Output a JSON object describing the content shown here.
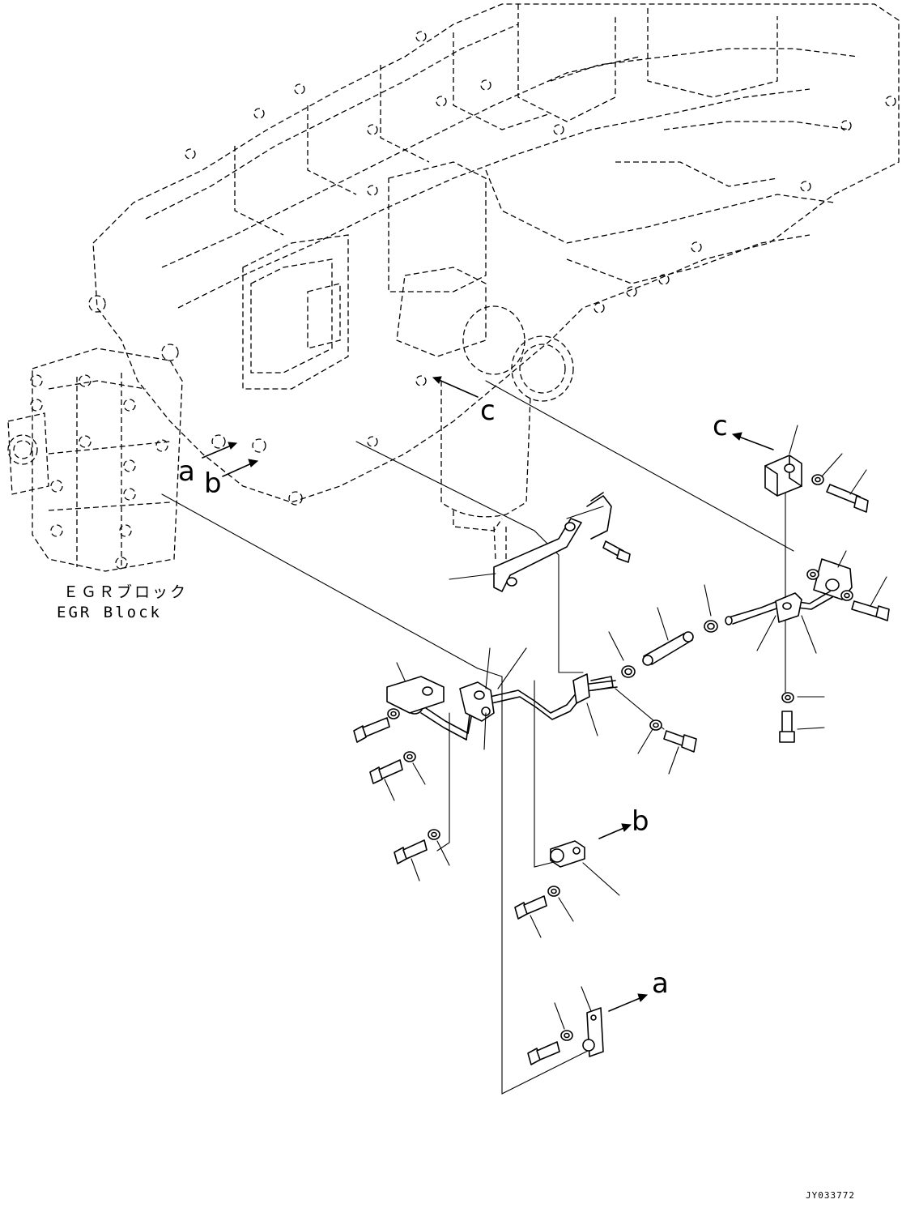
{
  "labels": {
    "egr_jp": "ＥＧＲブロック",
    "egr_en": "EGR Block",
    "drawing_code": "JY033772"
  },
  "references": {
    "a_top": "a",
    "b_top": "b",
    "c_top": "c",
    "c_bracket": "c",
    "b_bracket": "b",
    "a_bracket": "a"
  }
}
